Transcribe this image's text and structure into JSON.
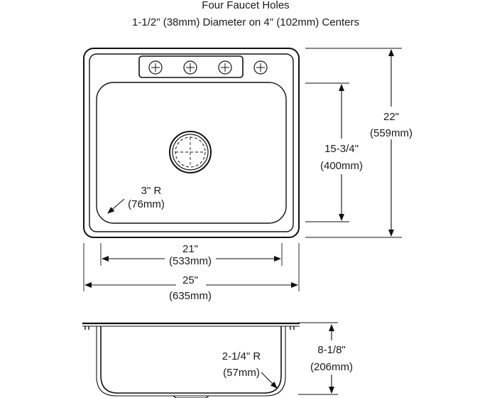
{
  "notes": {
    "faucet_title": "Four Faucet Holes",
    "faucet_spec": "1-1/2\" (38mm) Diameter on 4\" (102mm) Centers"
  },
  "dimensions": {
    "overall_depth_in": "22\"",
    "overall_depth_mm": "(559mm)",
    "bowl_depth_in": "15-3/4\"",
    "bowl_depth_mm": "(400mm)",
    "bowl_width_in": "21\"",
    "bowl_width_mm": "(533mm)",
    "overall_width_in": "25\"",
    "overall_width_mm": "(635mm)",
    "corner_radius_in": "3\" R",
    "corner_radius_mm": "(76mm)",
    "bowl_height_in": "8-1/8\"",
    "bowl_height_mm": "(206mm)",
    "bottom_radius_in": "2-1/4\" R",
    "bottom_radius_mm": "(57mm)"
  }
}
